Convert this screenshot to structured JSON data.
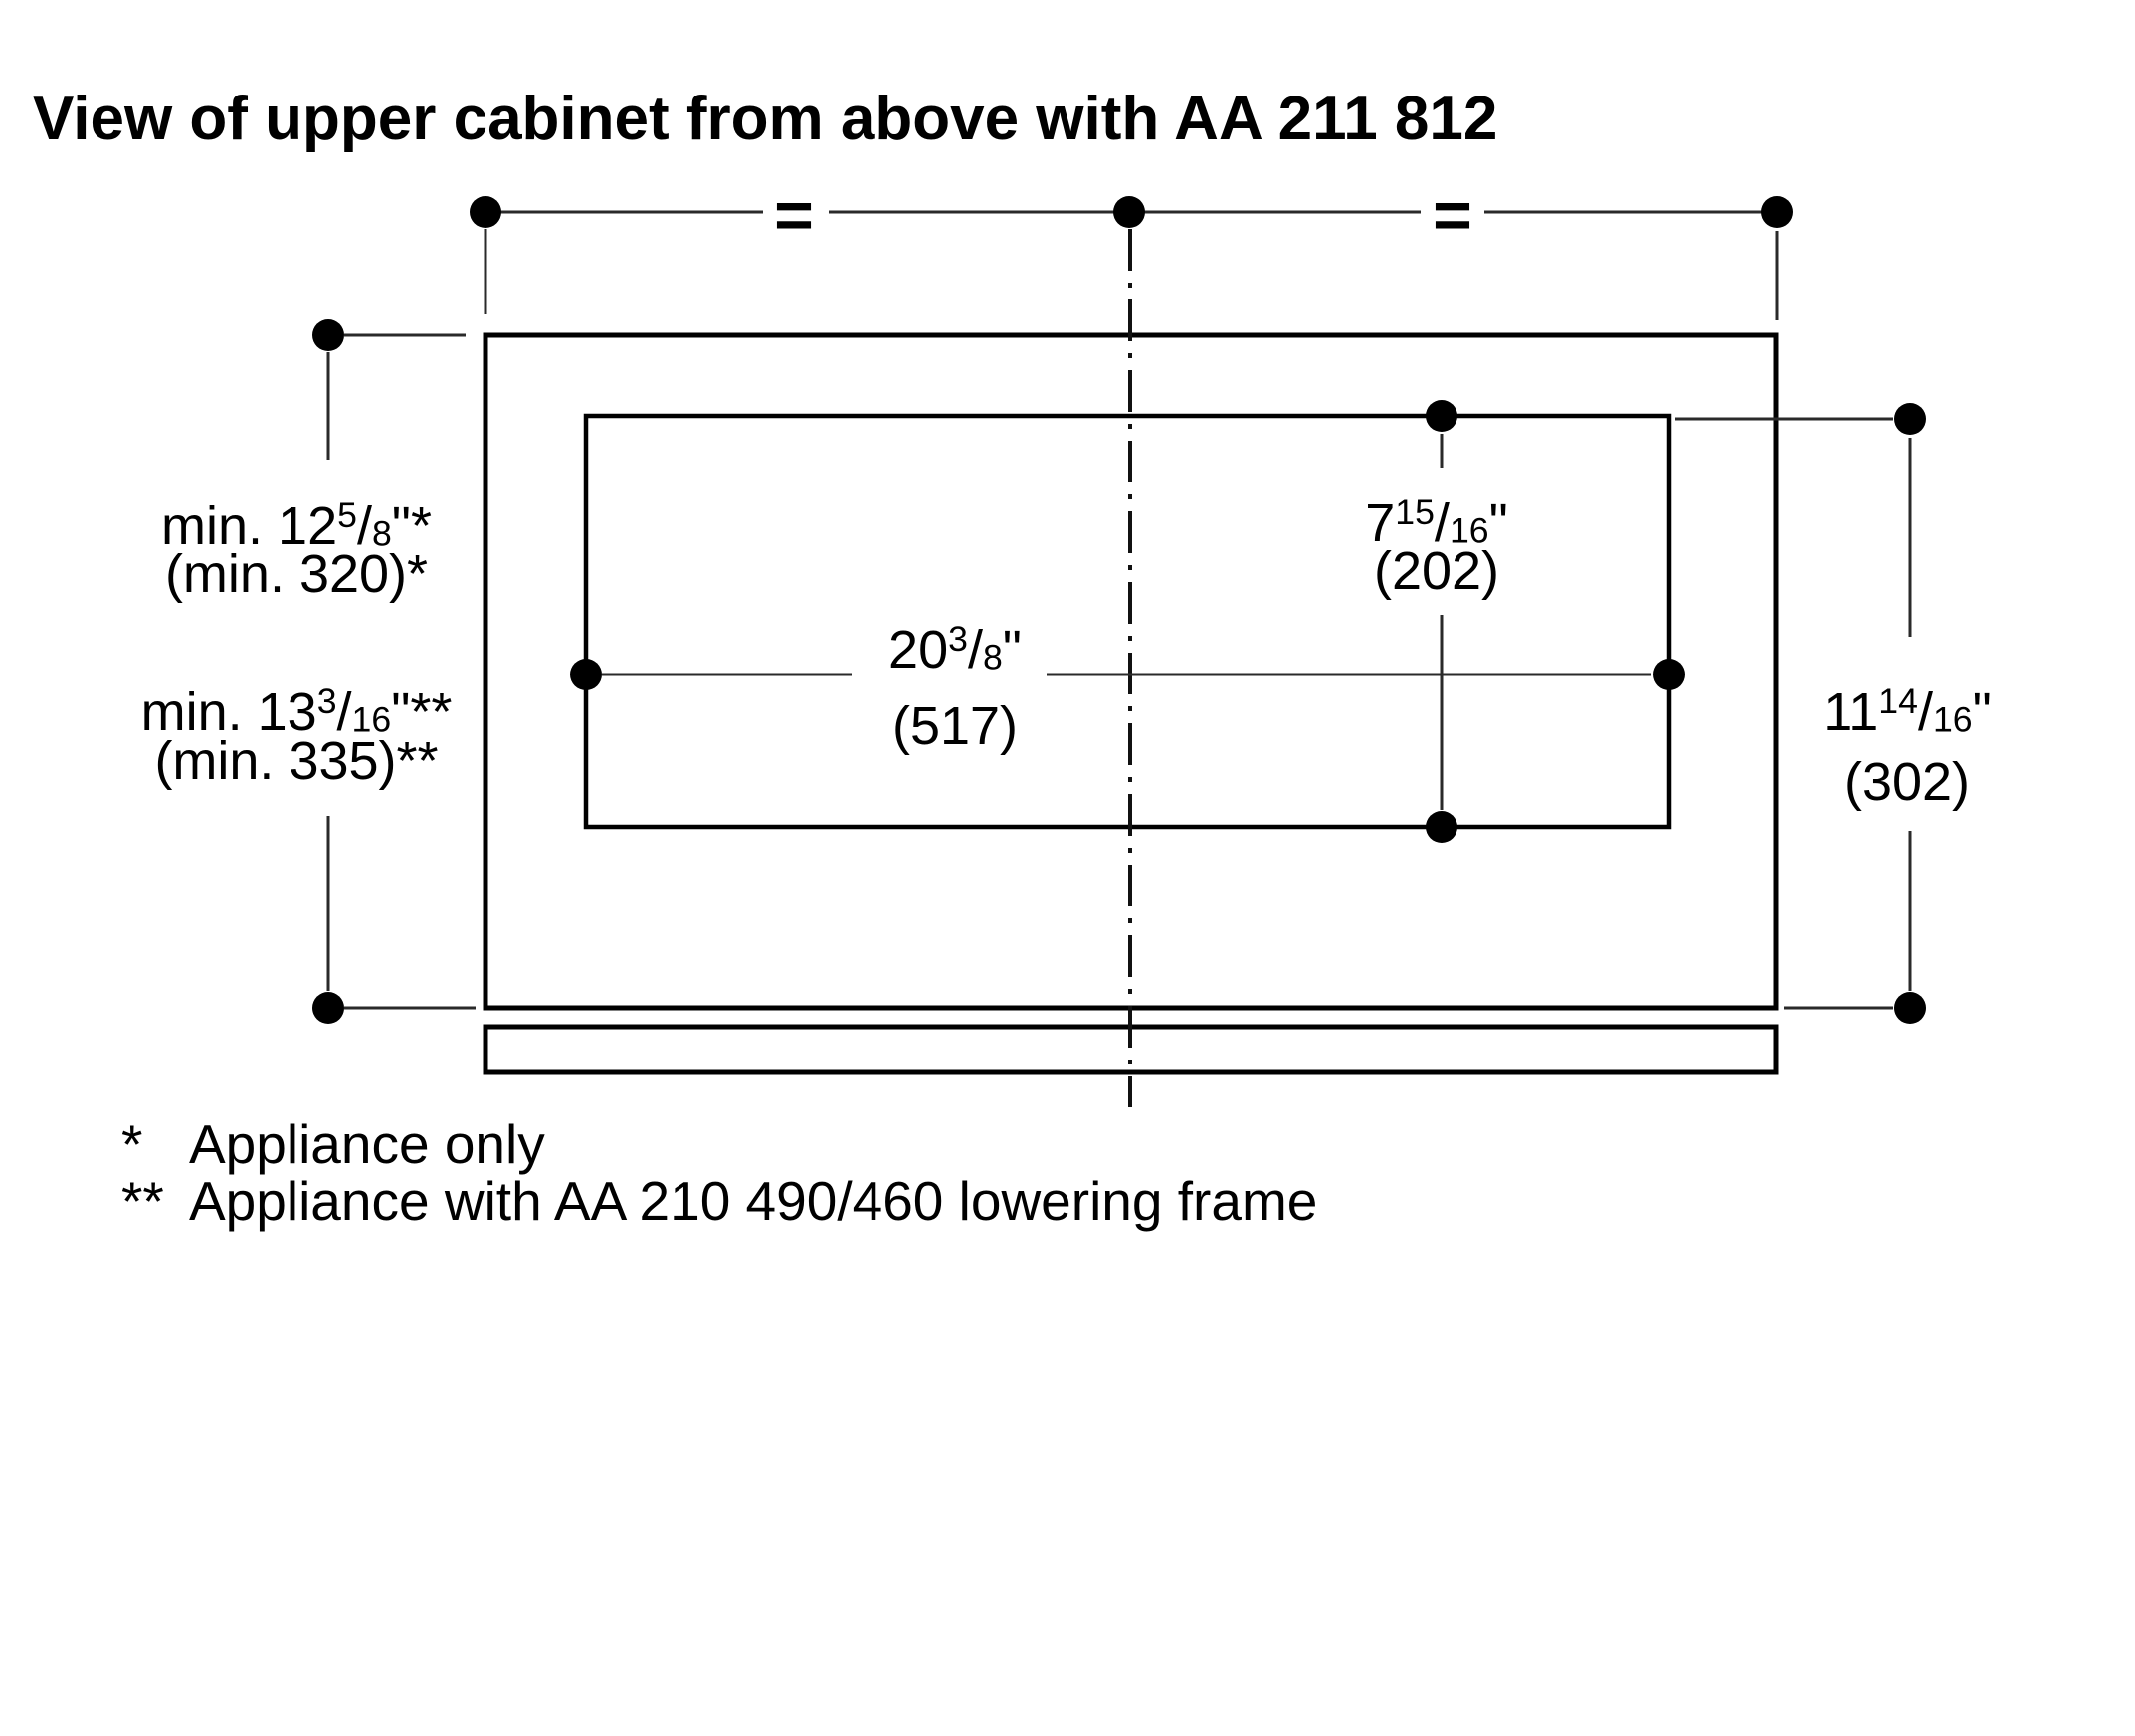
{
  "title": "View of upper cabinet from above with AA 211 812",
  "equal_markers": {
    "left": "=",
    "right": "="
  },
  "dims": {
    "left": {
      "l1_main": "min. 12",
      "l1_num": "5",
      "l1_sep": "/",
      "l1_den": "8",
      "l1_tail": "\"*",
      "l2": "(min. 320)*",
      "l3_main": "min. 13",
      "l3_num": "3",
      "l3_sep": "/",
      "l3_den": "16",
      "l3_tail": "\"**",
      "l4": "(min. 335)**"
    },
    "width": {
      "main": "20",
      "num": "3",
      "sep": "/",
      "den": "8",
      "tail": "\"",
      "mm": "(517)"
    },
    "cutout": {
      "main": "7",
      "num": "15",
      "sep": "/",
      "den": "16",
      "tail": "\"",
      "mm": "(202)"
    },
    "right": {
      "main": "11",
      "num": "14",
      "sep": "/",
      "den": "16",
      "tail": "\"",
      "mm": "(302)"
    }
  },
  "footnotes": [
    {
      "marker": "*",
      "text": "Appliance only"
    },
    {
      "marker": "**",
      "text": "Appliance with AA 210 490/460 lowering frame"
    }
  ]
}
